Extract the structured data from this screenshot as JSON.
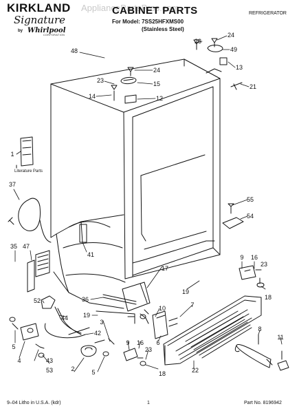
{
  "header": {
    "brand": "KIRKLAND",
    "brand_script": "Signature",
    "by": "by",
    "partner": "Whirlpool",
    "partner_sub": "CORPORATION",
    "watermark": "AppliancePartsPros.com",
    "title": "CABINET PARTS",
    "model_line": "For Model: 7SS25HFXMS00",
    "model_sub": "(Stainless Steel)",
    "category": "REFRIGERATOR"
  },
  "diagram": {
    "literature_label": "Literature Parts",
    "callouts": [
      {
        "id": "48",
        "label": "48"
      },
      {
        "id": "24a",
        "label": "24"
      },
      {
        "id": "23a",
        "label": "23"
      },
      {
        "id": "24b",
        "label": "24"
      },
      {
        "id": "49",
        "label": "49"
      },
      {
        "id": "13",
        "label": "13"
      },
      {
        "id": "23b",
        "label": "23"
      },
      {
        "id": "15",
        "label": "15"
      },
      {
        "id": "21",
        "label": "21"
      },
      {
        "id": "14",
        "label": "14"
      },
      {
        "id": "12",
        "label": "12"
      },
      {
        "id": "1",
        "label": "1"
      },
      {
        "id": "37",
        "label": "37"
      },
      {
        "id": "55",
        "label": "55"
      },
      {
        "id": "54",
        "label": "54"
      },
      {
        "id": "41",
        "label": "41"
      },
      {
        "id": "35",
        "label": "35"
      },
      {
        "id": "47",
        "label": "47"
      },
      {
        "id": "9a",
        "label": "9"
      },
      {
        "id": "16a",
        "label": "16"
      },
      {
        "id": "23c",
        "label": "23"
      },
      {
        "id": "17",
        "label": "17"
      },
      {
        "id": "19a",
        "label": "19"
      },
      {
        "id": "18a",
        "label": "18"
      },
      {
        "id": "36",
        "label": "36"
      },
      {
        "id": "52",
        "label": "52"
      },
      {
        "id": "10",
        "label": "10"
      },
      {
        "id": "7",
        "label": "7"
      },
      {
        "id": "19b",
        "label": "19"
      },
      {
        "id": "44",
        "label": "44"
      },
      {
        "id": "3",
        "label": "3"
      },
      {
        "id": "42",
        "label": "42"
      },
      {
        "id": "6",
        "label": "6"
      },
      {
        "id": "8",
        "label": "8"
      },
      {
        "id": "11",
        "label": "11"
      },
      {
        "id": "9b",
        "label": "9"
      },
      {
        "id": "16b",
        "label": "16"
      },
      {
        "id": "23d",
        "label": "23"
      },
      {
        "id": "5a",
        "label": "5"
      },
      {
        "id": "4",
        "label": "4"
      },
      {
        "id": "43",
        "label": "43"
      },
      {
        "id": "53",
        "label": "53"
      },
      {
        "id": "2",
        "label": "2"
      },
      {
        "id": "5b",
        "label": "5"
      },
      {
        "id": "18b",
        "label": "18"
      },
      {
        "id": "22",
        "label": "22"
      }
    ]
  },
  "footer": {
    "left": "9–04 Litho in U.S.A. (kdr)",
    "page": "1",
    "part": "Part No. 8196942"
  }
}
